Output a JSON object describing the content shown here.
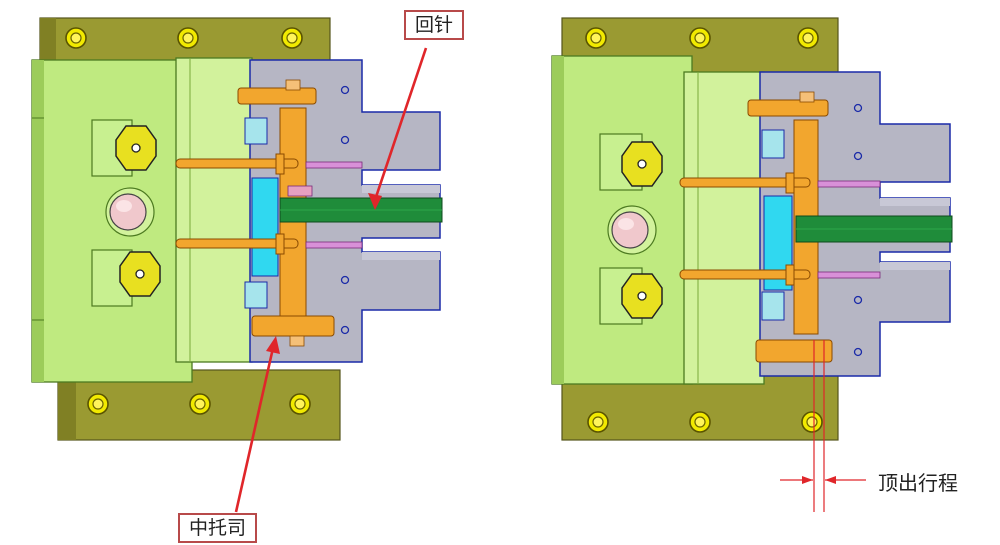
{
  "labels": {
    "return_pin": "回针",
    "center_guide": "中托司",
    "ejection_stroke": "顶出行程"
  },
  "colors": {
    "clamp_plate": "#9a9a32",
    "clamp_plate_side": "#808024",
    "plate_green": "#bfea80",
    "plate_green_light": "#d2f29c",
    "plate_green_dark": "#9ccc5a",
    "ejector_plate": "#f2a62e",
    "sprue_green": "#1f8c3a",
    "core_grey": "#b6b6c4",
    "core_grey_light": "#c8c8d6",
    "cyan": "#30d8f0",
    "screw_yellow": "#f2ea00",
    "callout_red": "#e0262a",
    "callout_border": "#b84a4a",
    "outline_blue": "#1a2aa8"
  },
  "icons": [
    "socket-screw-icon",
    "locating-pin-icon",
    "guide-bushing-icon"
  ]
}
